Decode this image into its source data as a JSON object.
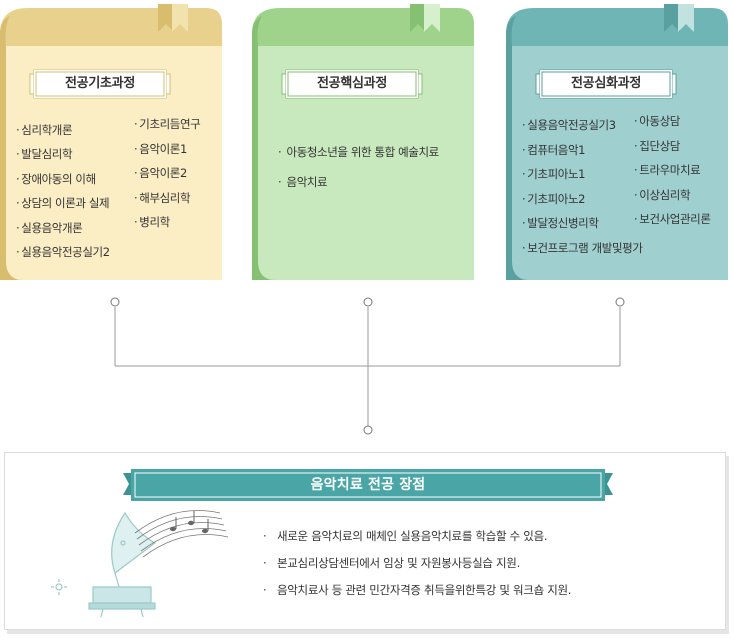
{
  "colors": {
    "basic_cover": "#e8d18c",
    "basic_page": "#fbedc4",
    "core_cover": "#9fd38c",
    "core_page": "#c8e8bd",
    "advanced_cover": "#6fb5b5",
    "advanced_page": "#9fcfcf",
    "banner": "#4aa6a6",
    "connector": "#999999"
  },
  "books": [
    {
      "title": "전공기초과정",
      "columns": [
        [
          "심리학개론",
          "발달심리학",
          "장애아동의 이해",
          "상담의 이론과 실제",
          "실용음악개론",
          "실용음악전공실기2"
        ],
        [
          "기초리듬연구",
          "음악이론1",
          "음악이론2",
          "해부심리학",
          "병리학"
        ]
      ]
    },
    {
      "title": "전공핵심과정",
      "columns": [
        [
          "아동청소년을 위한 통합 예술치료",
          "음악치료"
        ]
      ]
    },
    {
      "title": "전공심화과정",
      "columns": [
        [
          "실용음악전공실기3",
          "컴퓨터음악1",
          "기초피아노1",
          "기초피아노2",
          "발달정신병리학",
          "보건프로그램 개발및평가"
        ],
        [
          "아동상담",
          "집단상담",
          "트라우마치료",
          "이상심리학",
          "보건사업관리론"
        ]
      ]
    }
  ],
  "merits": {
    "title": "음악치료 전공 장점",
    "bullet": "·",
    "items": [
      "새로운 음악치료의 매체인 실용음악치료를 학습할 수 있음.",
      "본교심리상담센터에서 임상 및 자원봉사등실습 지원.",
      "음악치료사 등 관련 민간자격증 취득을위한특강 및 워크숍 지원."
    ]
  }
}
